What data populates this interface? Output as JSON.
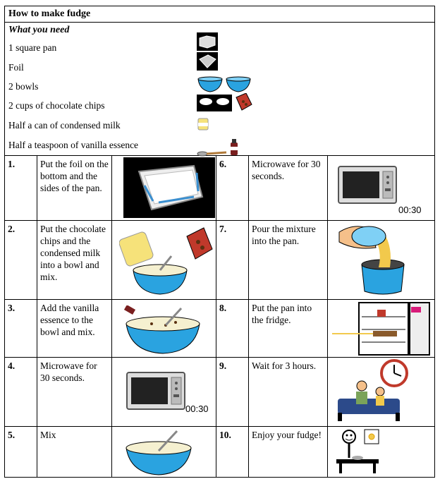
{
  "title": "How to make fudge",
  "need": {
    "heading": "What you need",
    "items": [
      {
        "label": "1 square pan",
        "icon": "square-pan-icon"
      },
      {
        "label": "Foil",
        "icon": "foil-icon"
      },
      {
        "label": "2 bowls",
        "icon": "two-bowls-icon"
      },
      {
        "label": "2 cups of chocolate chips",
        "icon": "cups-chocolate-icon"
      },
      {
        "label": "Half a can of condensed milk",
        "icon": "condensed-milk-icon"
      },
      {
        "label": "Half a teaspoon of vanilla essence",
        "icon": "vanilla-spoon-icon"
      }
    ]
  },
  "steps": [
    {
      "num": "1.",
      "text": "Put the foil on the bottom and the sides of the pan.",
      "icon": "foil-pan-icon"
    },
    {
      "num": "6.",
      "text": "Microwave for 30 seconds.",
      "icon": "microwave-icon",
      "timer": "00:30"
    },
    {
      "num": "2.",
      "text": "Put the chocolate chips and the condensed milk into a bowl and mix.",
      "icon": "pour-milk-chips-icon"
    },
    {
      "num": "7.",
      "text": "Pour the mixture into the pan.",
      "icon": "pour-mixture-icon"
    },
    {
      "num": "3.",
      "text": "Add the vanilla essence to the bowl and mix.",
      "icon": "add-vanilla-icon"
    },
    {
      "num": "8.",
      "text": "Put the pan into the fridge.",
      "icon": "fridge-icon"
    },
    {
      "num": "4.",
      "text": "Microwave for 30 seconds.",
      "icon": "microwave-icon",
      "timer": "00:30"
    },
    {
      "num": "9.",
      "text": "Wait for 3 hours.",
      "icon": "wait-clock-icon"
    },
    {
      "num": "5.",
      "text": "Mix",
      "icon": "mix-bowl-icon"
    },
    {
      "num": "10.",
      "text": "Enjoy your fudge!",
      "icon": "enjoy-fudge-icon"
    }
  ]
}
